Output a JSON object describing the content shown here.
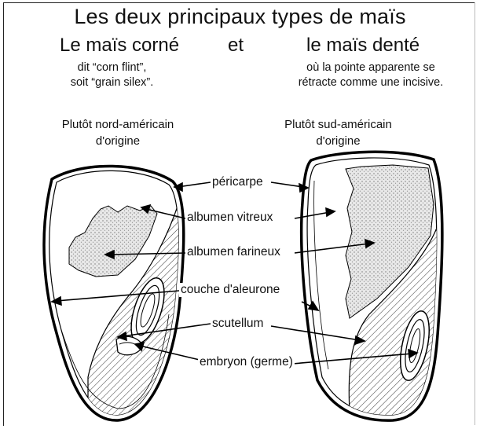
{
  "title": "Les deux principaux types de maïs",
  "left_heading": "Le maïs corné",
  "connector": "et",
  "right_heading": "le maïs denté",
  "left_note": [
    "dit “corn flint”,",
    "soit “grain silex”."
  ],
  "right_note": [
    "où la pointe apparente se",
    "rétracte comme une incisive."
  ],
  "left_origin": [
    "Plutôt nord-américain",
    "d'origine"
  ],
  "right_origin": [
    "Plutôt sud-américain",
    "d'origine"
  ],
  "labels": {
    "pericarpe": "péricarpe",
    "albumen_vitreux": "albumen vitreux",
    "albumen_farineux": "albumen farineux",
    "couche_aleurone": "couche d'aleurone",
    "scutellum": "scutellum",
    "embryon": "embryon (germe)"
  }
}
